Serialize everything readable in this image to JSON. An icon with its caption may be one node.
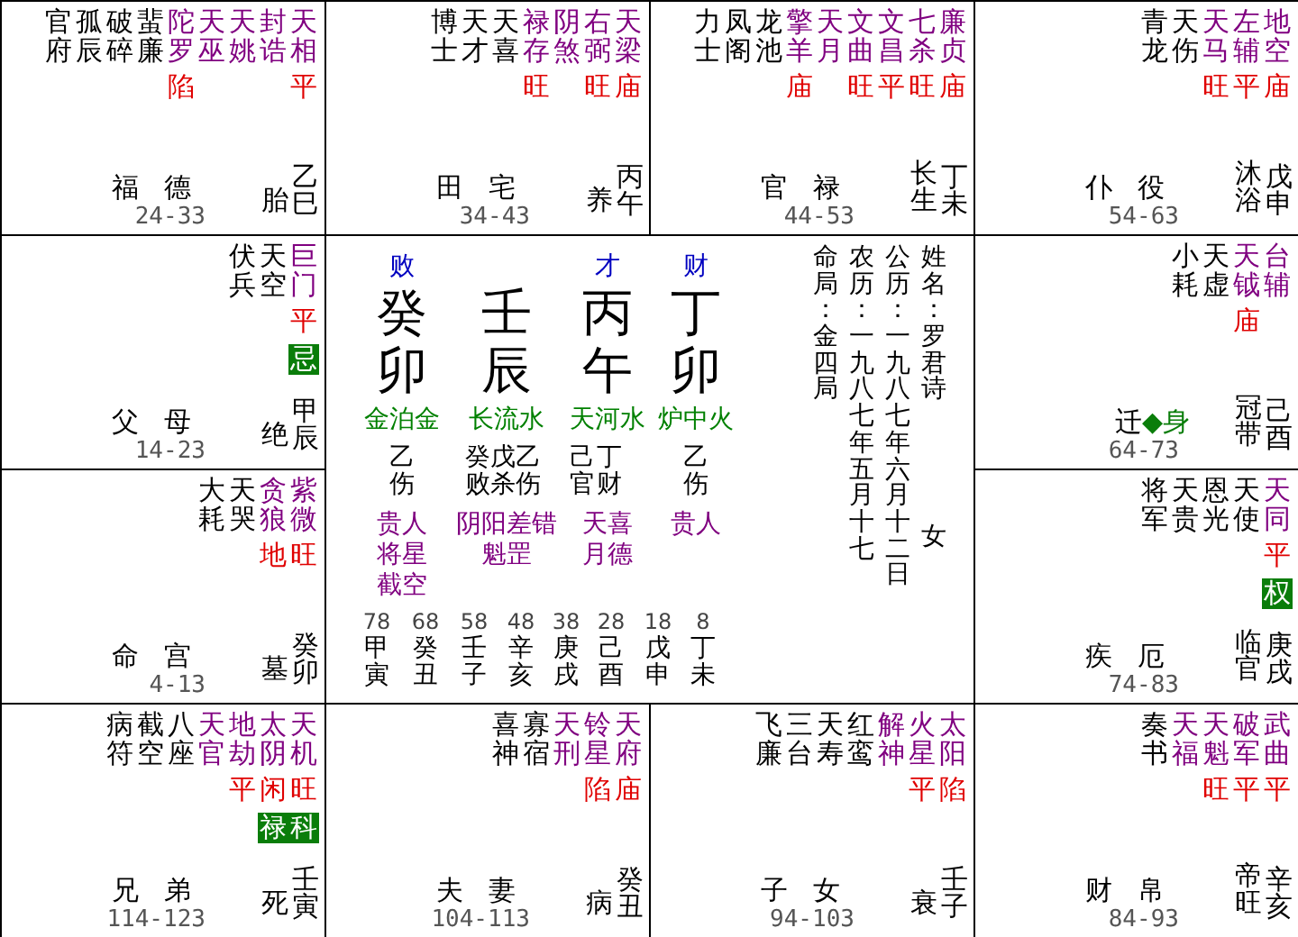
{
  "diagram": {
    "nodes": [
      {
        "text": [
          "官府",
          "孤辰",
          "破碎",
          "蜚廉",
          "陀罗",
          "天巫",
          "天姚",
          "封诰",
          "天相",
          "陷",
          "平",
          "福德",
          "24-33",
          "胎",
          "乙巳"
        ]
      },
      {
        "text": [
          "博士",
          "天才",
          "天喜",
          "禄存",
          "阴煞",
          "右弼",
          "天梁",
          "旺",
          "旺",
          "庙",
          "田宅",
          "34-43",
          "养",
          "丙午"
        ]
      },
      {
        "text": [
          "力士",
          "凤阁",
          "龙池",
          "擎羊",
          "天月",
          "文曲",
          "文昌",
          "七杀",
          "廉贞",
          "庙",
          "旺",
          "平",
          "旺",
          "庙",
          "官禄",
          "44-53",
          "长生",
          "丁未"
        ]
      },
      {
        "text": [
          "青龙",
          "天伤",
          "天马",
          "左辅",
          "地空",
          "旺",
          "平",
          "庙",
          "仆役",
          "54-63",
          "沐浴",
          "戊申"
        ]
      },
      {
        "text": [
          "伏兵",
          "天空",
          "巨门",
          "平",
          "忌",
          "父母",
          "14-23",
          "绝",
          "甲辰"
        ]
      },
      {
        "text": [
          "败",
          "才",
          "财",
          "癸",
          "壬",
          "丙",
          "丁",
          "卯",
          "辰",
          "午",
          "卯",
          "金泊金",
          "长流水",
          "天河水",
          "炉中火",
          "乙伤",
          "癸败",
          "戊杀",
          "乙伤",
          "己官",
          "丁财",
          "乙伤",
          "贵人",
          "将星",
          "截空",
          "阴阳差错",
          "魁罡",
          "天喜",
          "月德",
          "贵人",
          "78",
          "甲寅",
          "68",
          "癸丑",
          "58",
          "壬子",
          "48",
          "辛亥",
          "38",
          "庚戌",
          "28",
          "己酉",
          "18",
          "戊申",
          "8",
          "丁未",
          "姓名：罗君诗",
          "女",
          "公历：一九八七年六月十二日",
          "农历：一九八七年五月十七",
          "命局：金四局"
        ]
      },
      {
        "text": [
          "小耗",
          "天虚",
          "天钺",
          "台辅",
          "庙",
          "迁",
          "◆身",
          "64-73",
          "冠带",
          "己酉"
        ]
      },
      {
        "text": [
          "大耗",
          "天哭",
          "贪狼",
          "紫微",
          "地",
          "旺",
          "命宫",
          "4-13",
          "墓",
          "癸卯"
        ]
      },
      {
        "text": [
          "将军",
          "天贵",
          "恩光",
          "天使",
          "天同",
          "平",
          "权",
          "疾厄",
          "74-83",
          "临官",
          "庚戌"
        ]
      },
      {
        "text": [
          "病符",
          "截空",
          "八座",
          "天官",
          "地劫",
          "太阴",
          "天机",
          "平",
          "闲",
          "旺",
          "禄",
          "科",
          "兄弟",
          "114-123",
          "死",
          "壬寅"
        ]
      },
      {
        "text": [
          "喜神",
          "寡宿",
          "天刑",
          "铃星",
          "天府",
          "陷",
          "庙",
          "夫妻",
          "104-113",
          "病",
          "癸丑"
        ]
      },
      {
        "text": [
          "飞廉",
          "三台",
          "天寿",
          "红鸾",
          "解神",
          "火星",
          "太阳",
          "平",
          "陷",
          "子女",
          "94-103",
          "衰",
          "壬子"
        ]
      },
      {
        "text": [
          "奏书",
          "天福",
          "天魁",
          "破军",
          "武曲",
          "旺",
          "平",
          "平",
          "财帛",
          "84-93",
          "帝旺",
          "辛亥"
        ]
      }
    ]
  }
}
